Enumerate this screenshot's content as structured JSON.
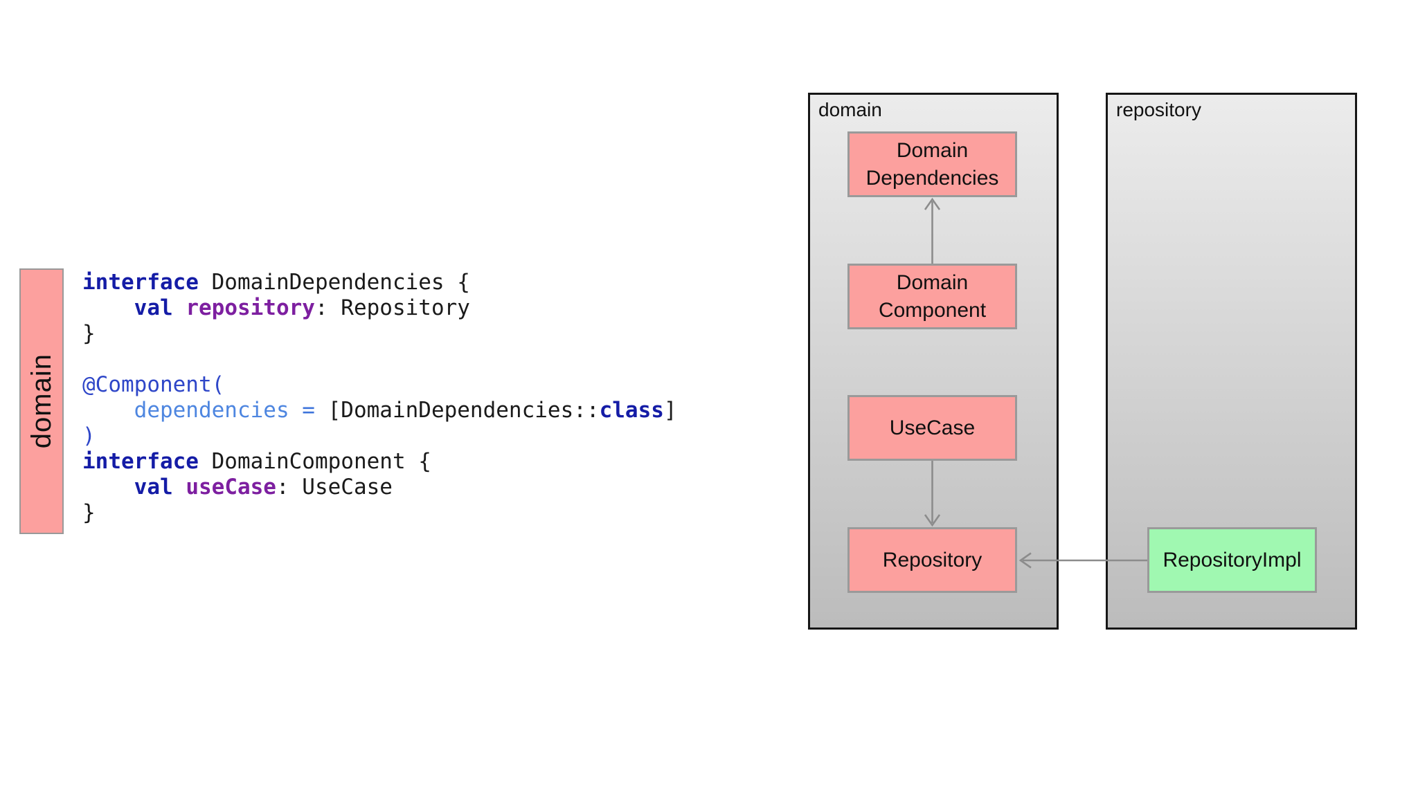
{
  "code_panel": {
    "module_tag": "domain",
    "lines": [
      [
        {
          "t": "interface",
          "c": "kw"
        },
        {
          "t": " DomainDependencies {",
          "c": "pl"
        }
      ],
      [
        {
          "t": "    ",
          "c": "pl"
        },
        {
          "t": "val",
          "c": "kw"
        },
        {
          "t": " ",
          "c": "pl"
        },
        {
          "t": "repository",
          "c": "prop"
        },
        {
          "t": ": Repository",
          "c": "pl"
        }
      ],
      [
        {
          "t": "}",
          "c": "pl"
        }
      ],
      [],
      [
        {
          "t": "@Component(",
          "c": "ann"
        }
      ],
      [
        {
          "t": "    ",
          "c": "pl"
        },
        {
          "t": "dependencies",
          "c": "arg"
        },
        {
          "t": " ",
          "c": "pl"
        },
        {
          "t": "=",
          "c": "op"
        },
        {
          "t": " [DomainDependencies::",
          "c": "pl"
        },
        {
          "t": "class",
          "c": "kw"
        },
        {
          "t": "]",
          "c": "pl"
        }
      ],
      [
        {
          "t": ")",
          "c": "ann"
        }
      ],
      [
        {
          "t": "interface",
          "c": "kw"
        },
        {
          "t": " DomainComponent {",
          "c": "pl"
        }
      ],
      [
        {
          "t": "    ",
          "c": "pl"
        },
        {
          "t": "val",
          "c": "kw"
        },
        {
          "t": " ",
          "c": "pl"
        },
        {
          "t": "useCase",
          "c": "prop"
        },
        {
          "t": ": UseCase",
          "c": "pl"
        }
      ],
      [
        {
          "t": "}",
          "c": "pl"
        }
      ]
    ]
  },
  "diagram": {
    "containers": [
      {
        "id": "domain",
        "label": "domain"
      },
      {
        "id": "repository",
        "label": "repository"
      }
    ],
    "nodes": [
      {
        "id": "domain-dependencies",
        "label": "Domain\nDependencies",
        "container": "domain",
        "color": "#FCA09E"
      },
      {
        "id": "domain-component",
        "label": "Domain\nComponent",
        "container": "domain",
        "color": "#FCA09E"
      },
      {
        "id": "use-case",
        "label": "UseCase",
        "container": "domain",
        "color": "#FCA09E"
      },
      {
        "id": "repository-interface",
        "label": "Repository",
        "container": "domain",
        "color": "#FCA09E"
      },
      {
        "id": "repository-impl",
        "label": "RepositoryImpl",
        "container": "repository",
        "color": "#A0F8B1"
      }
    ],
    "edges": [
      {
        "from": "domain-component",
        "to": "domain-dependencies"
      },
      {
        "from": "use-case",
        "to": "repository-interface"
      },
      {
        "from": "repository-impl",
        "to": "repository-interface"
      }
    ]
  },
  "colors": {
    "node_pink": "#FCA09E",
    "node_green": "#A0F8B1",
    "container_gradient_top": "#ECECEC",
    "container_gradient_bottom": "#BCBCBC",
    "container_border": "#161616",
    "node_border": "#9A9A9A",
    "arrow": "#8C8C8C",
    "code_keyword": "#141CA6",
    "code_plain": "#1A1A1A",
    "code_property": "#7D1FA0",
    "code_annotation": "#2E46C8",
    "code_named_argument": "#4E86E0"
  }
}
